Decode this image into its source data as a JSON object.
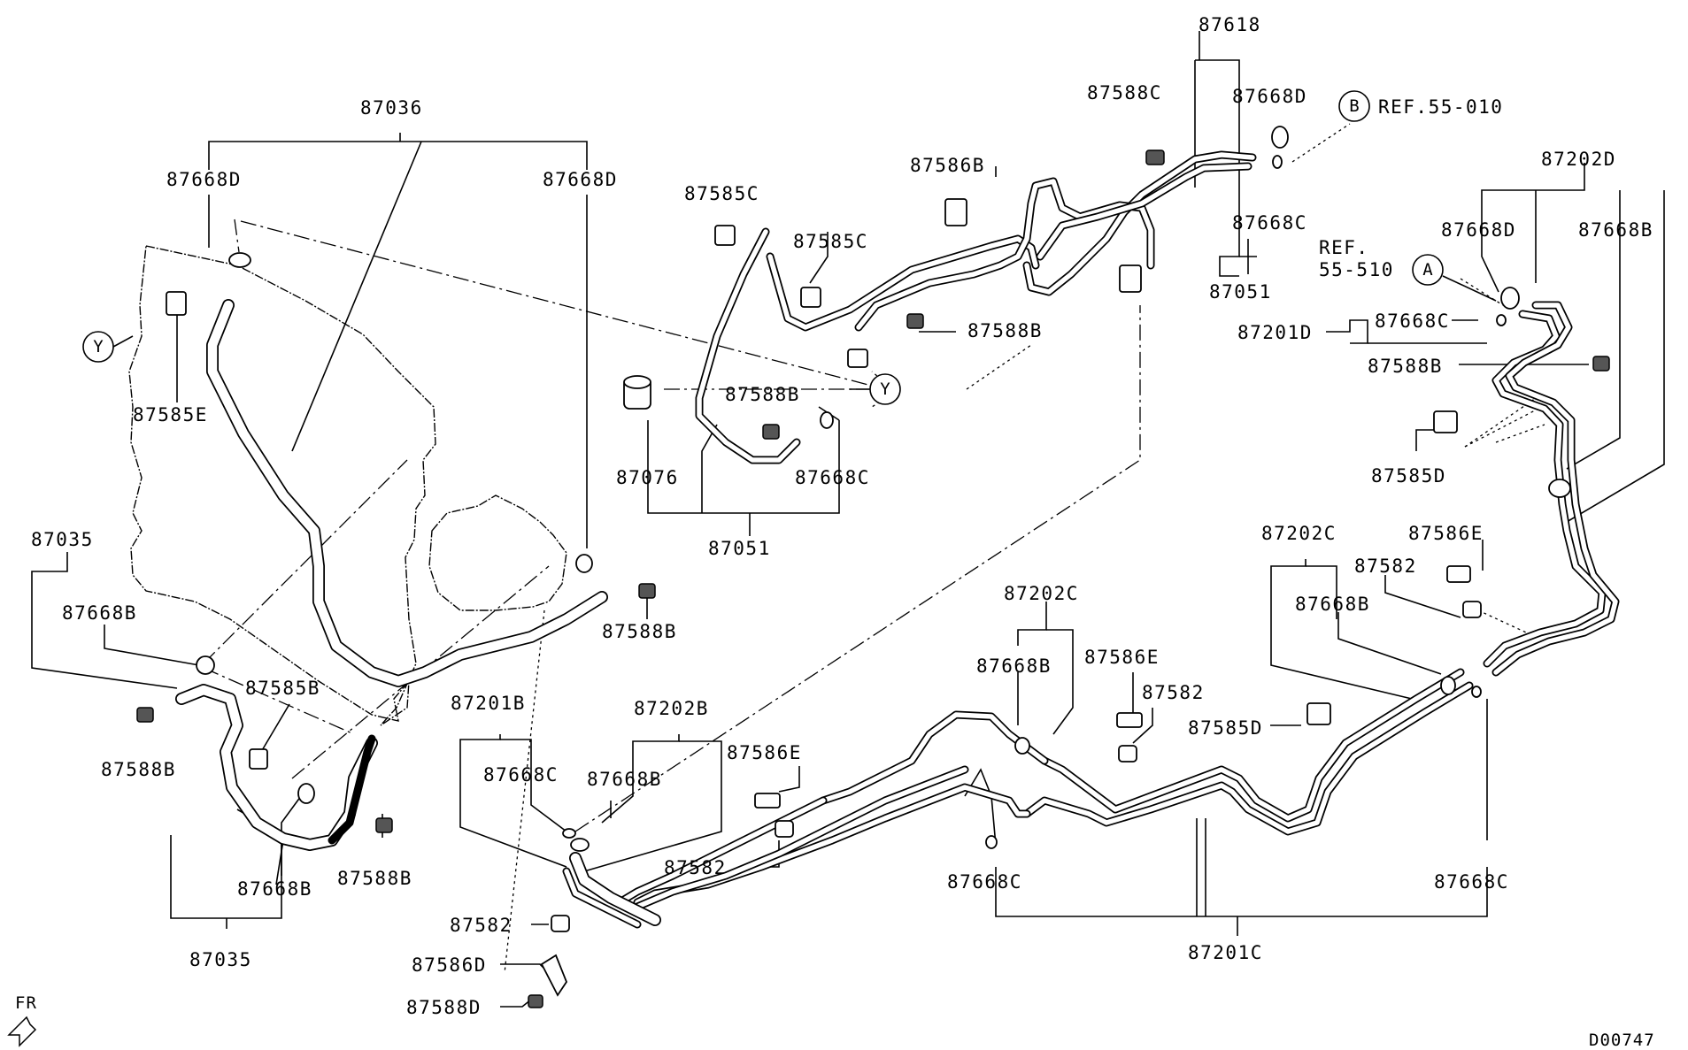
{
  "labels": {
    "p87036": "87036",
    "p87668D_a": "87668D",
    "p87668D_b": "87668D",
    "p87585E": "87585E",
    "p87035_a": "87035",
    "p87668B_a": "87668B",
    "p87585B": "87585B",
    "p87588B_a": "87588B",
    "p87668B_b": "87668B",
    "p87588B_b": "87588B",
    "p87035_b": "87035",
    "p87588B_c": "87588B",
    "p87585C_a": "87585C",
    "p87585C_b": "87585C",
    "p87586B": "87586B",
    "p87588C": "87588C",
    "p87618": "87618",
    "p87668D_c": "87668D",
    "ref55010": "REF.55-010",
    "p87668C_a": "87668C",
    "p87051_a": "87051",
    "p87588B_d": "87588B",
    "p87588B_e": "87588B",
    "p87076": "87076",
    "p87668C_b": "87668C",
    "p87051_b": "87051",
    "p87202D": "87202D",
    "p87668D_d": "87668D",
    "p87668B_c": "87668B",
    "ref55510_a": "REF.",
    "ref55510_b": "55-510",
    "p87201D": "87201D",
    "p87668C_c": "87668C",
    "p87588B_f": "87588B",
    "p87585D_a": "87585D",
    "p87202C_a": "87202C",
    "p87586E_a": "87586E",
    "p87582_a": "87582",
    "p87668B_d": "87668B",
    "p87202C_b": "87202C",
    "p87668B_e": "87668B",
    "p87586E_b": "87586E",
    "p87582_b": "87582",
    "p87585D_b": "87585D",
    "p87201B": "87201B",
    "p87202B": "87202B",
    "p87668C_d": "87668C",
    "p87668B_f": "87668B",
    "p87586E_c": "87586E",
    "p87582_c": "87582",
    "p87582_d": "87582",
    "p87586D": "87586D",
    "p87588D": "87588D",
    "p87668C_e": "87668C",
    "p87668C_f": "87668C",
    "p87201C": "87201C",
    "fr": "FR",
    "code": "D00747"
  },
  "markers": {
    "y_left": "Y",
    "y_mid": "Y",
    "a": "A",
    "b": "B"
  }
}
